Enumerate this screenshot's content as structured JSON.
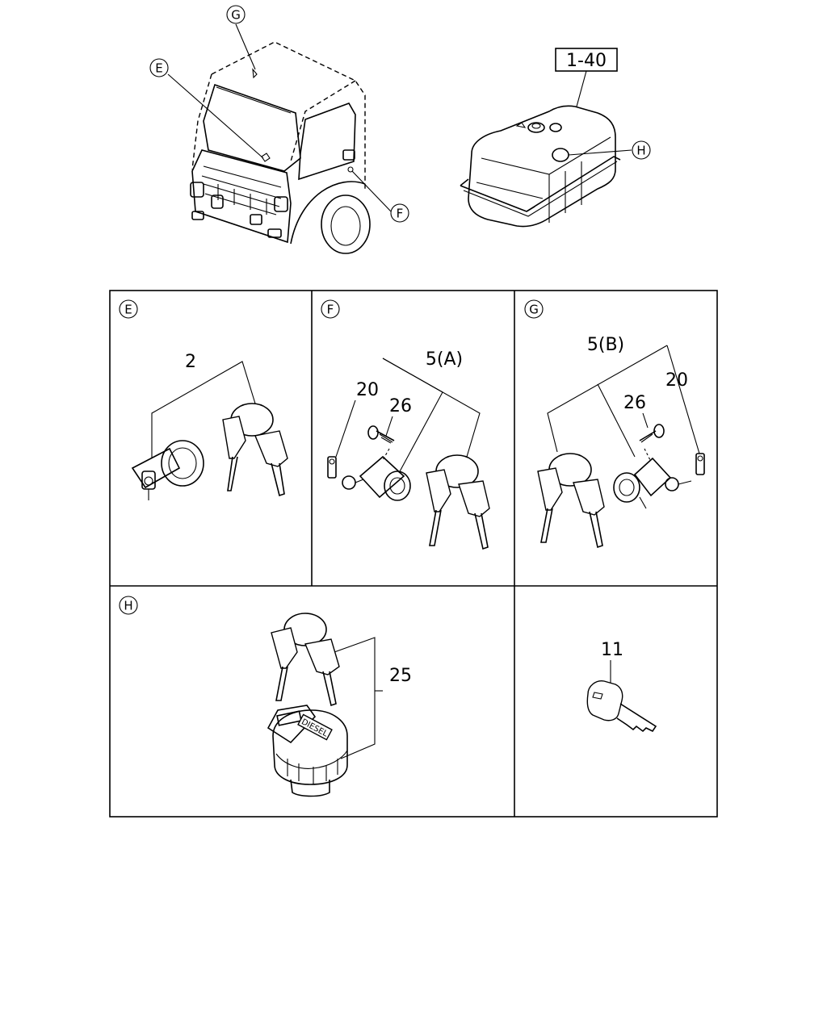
{
  "overview": {
    "callouts": {
      "G": "G",
      "E": "E",
      "F": "F",
      "H": "H"
    },
    "ref_box": "1-40"
  },
  "panels": {
    "E": {
      "letter": "E",
      "parts": [
        "2"
      ]
    },
    "F": {
      "letter": "F",
      "parts": [
        "5(A)",
        "20",
        "26"
      ]
    },
    "G": {
      "letter": "G",
      "parts": [
        "5(B)",
        "26",
        "20"
      ]
    },
    "H": {
      "letter": "H",
      "parts": [
        "25"
      ]
    },
    "key": {
      "parts": [
        "11"
      ]
    }
  },
  "fuel_cap_text": "DIESEL"
}
